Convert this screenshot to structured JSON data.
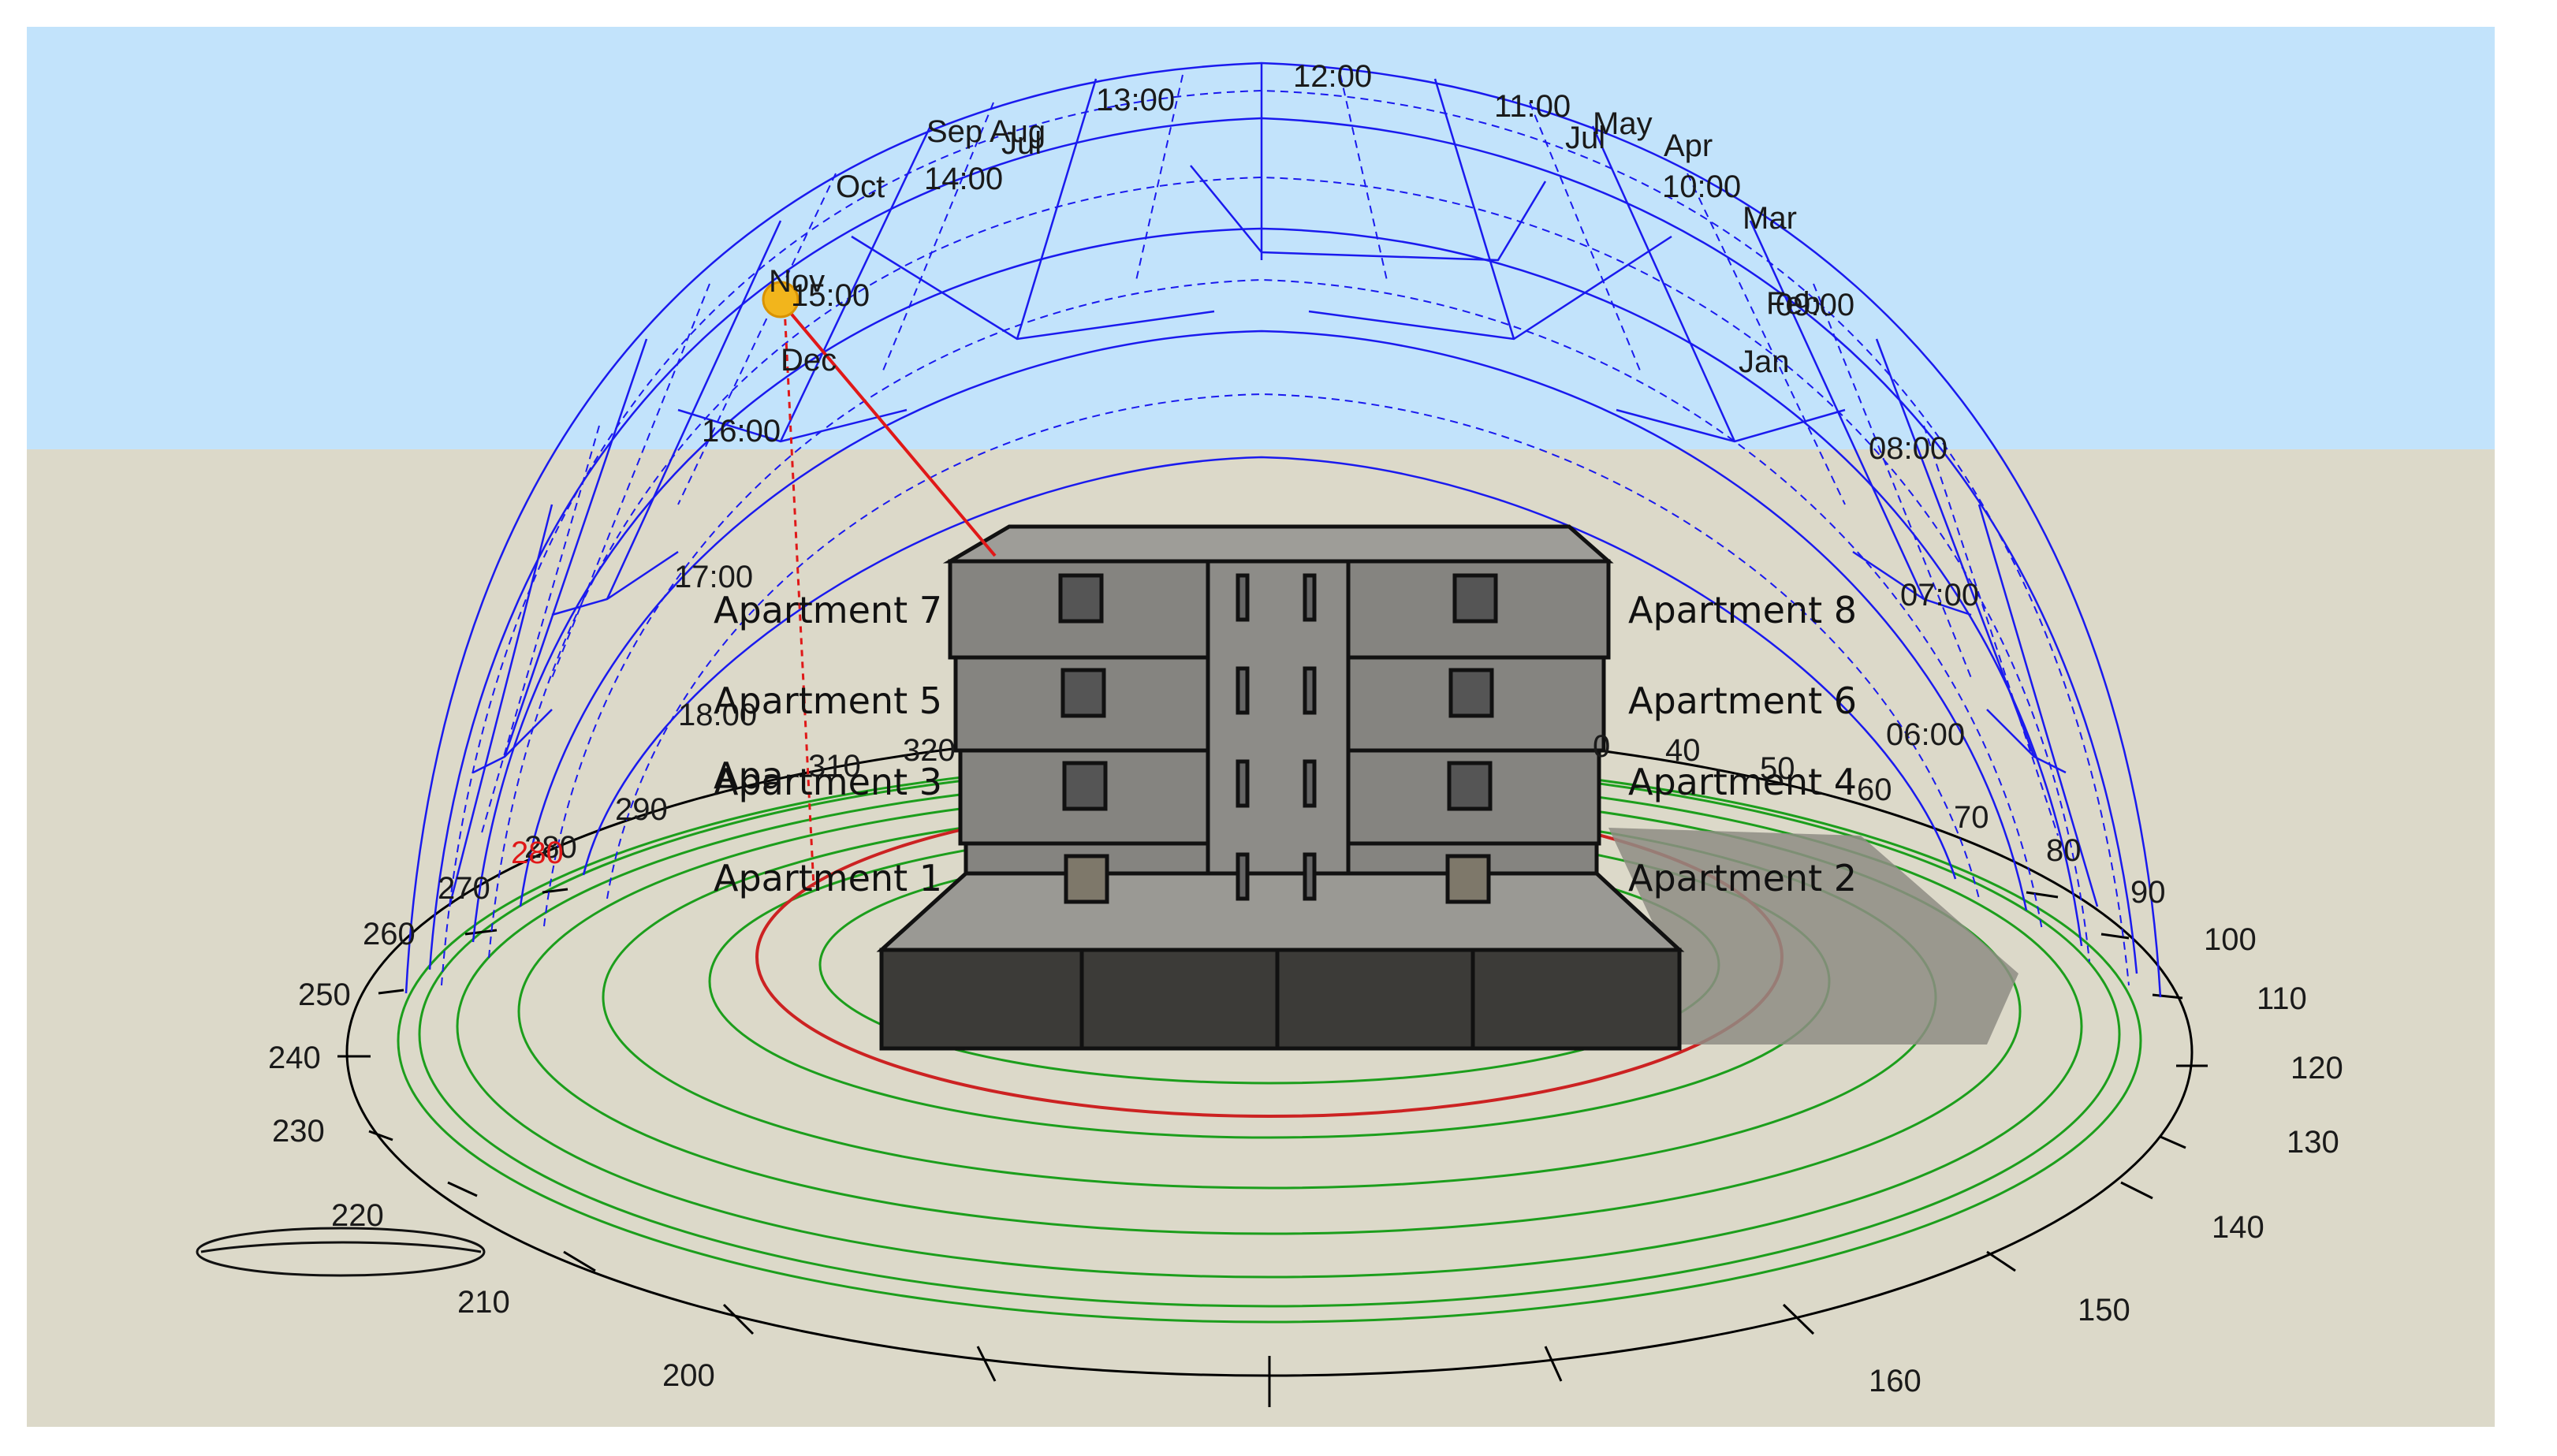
{
  "colors": {
    "sky": "#c2e3fb",
    "ground": "#dcd9c9",
    "dome": "#1a1aee",
    "rings": "#1c9e1c",
    "horizon_ring": "#cc2222",
    "sun": "#f2b51c",
    "sun_ray": "#e01818",
    "building_wall": "#858480",
    "building_dark": "#3c3b38",
    "shadow": "#8e8c84"
  },
  "icons": {
    "sun": "sun-marker-icon",
    "ellipse": "floating-ellipse-shape"
  },
  "apartments": [
    {
      "label": "Apartment 7"
    },
    {
      "label": "Apartment 8"
    },
    {
      "label": "Apartment 5"
    },
    {
      "label": "Apartment 6"
    },
    {
      "label": "Apartment 3"
    },
    {
      "label": "Apartment 4"
    },
    {
      "label": "Apartment 1"
    },
    {
      "label": "Apartment 2"
    }
  ],
  "hours": [
    "12:00",
    "13:00",
    "11:00",
    "14:00",
    "10:00",
    "15:00",
    "09:00",
    "16:00",
    "08:00",
    "17:00",
    "07:00",
    "18:00",
    "06:00"
  ],
  "months": [
    "Sep",
    "Aug",
    "Jul",
    "Oct",
    "Nov",
    "Dec",
    "Jul",
    "May",
    "Apr",
    "Mar",
    "Feb",
    "Jan"
  ],
  "azimuths": [
    "100",
    "110",
    "120",
    "130",
    "140",
    "150",
    "160",
    "200",
    "210",
    "220",
    "230",
    "240",
    "250",
    "260",
    "270",
    "280",
    "290",
    "310",
    "320",
    "40",
    "50",
    "60",
    "70",
    "80",
    "90"
  ],
  "highlighted_azimuth": "280",
  "partial_labels": [
    "Apa",
    "0"
  ]
}
